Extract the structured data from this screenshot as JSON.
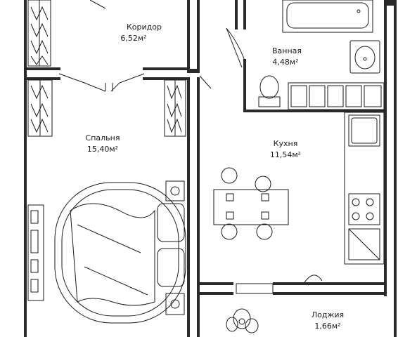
{
  "rooms": {
    "corridor": {
      "name": "Коридор",
      "area": "6,52м²"
    },
    "bathroom": {
      "name": "Ванная",
      "area": "4,48м²"
    },
    "bedroom": {
      "name": "Спальня",
      "area": "15,40м²"
    },
    "kitchen": {
      "name": "Кухня",
      "area": "11,54м²"
    },
    "loggia": {
      "name": "Лоджия",
      "area": "1,66м²"
    }
  },
  "colors": {
    "wall": "#2a2a2a",
    "line": "#1a1a1a",
    "background": "#ffffff"
  }
}
